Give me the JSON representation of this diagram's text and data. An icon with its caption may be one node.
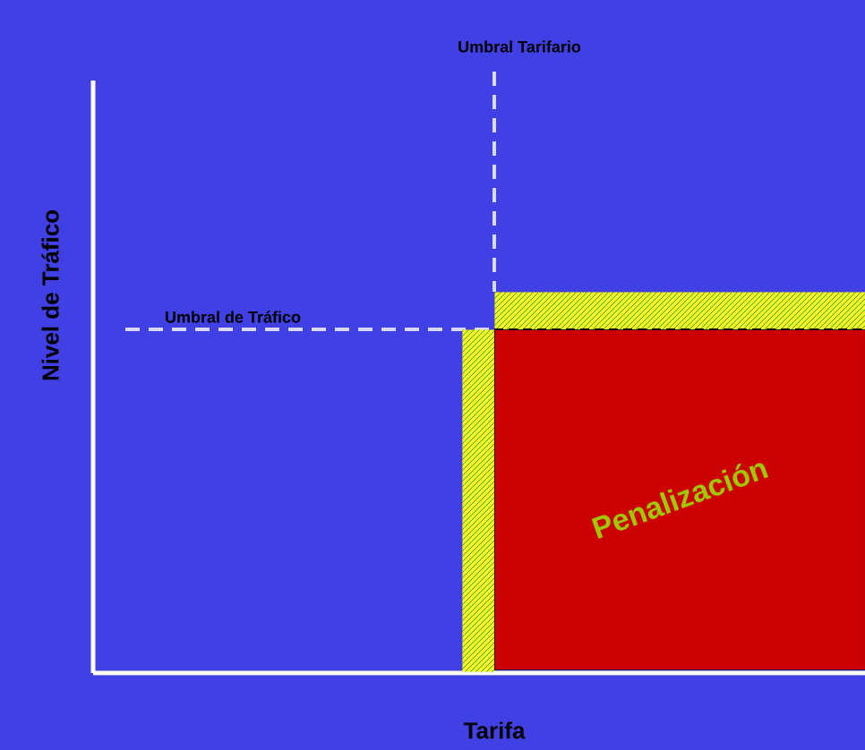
{
  "diagram": {
    "nodes": [
      {
        "text": [],
        "shape": "bar"
      },
      {
        "text": [],
        "shape": "bar"
      },
      {
        "text": [
          "Penalización"
        ]
      }
    ],
    "labels": [
      "Umbral Tarifario",
      "Nivel de Tráfico",
      "Umbral de Tráfico",
      "Tarifa"
    ]
  }
}
